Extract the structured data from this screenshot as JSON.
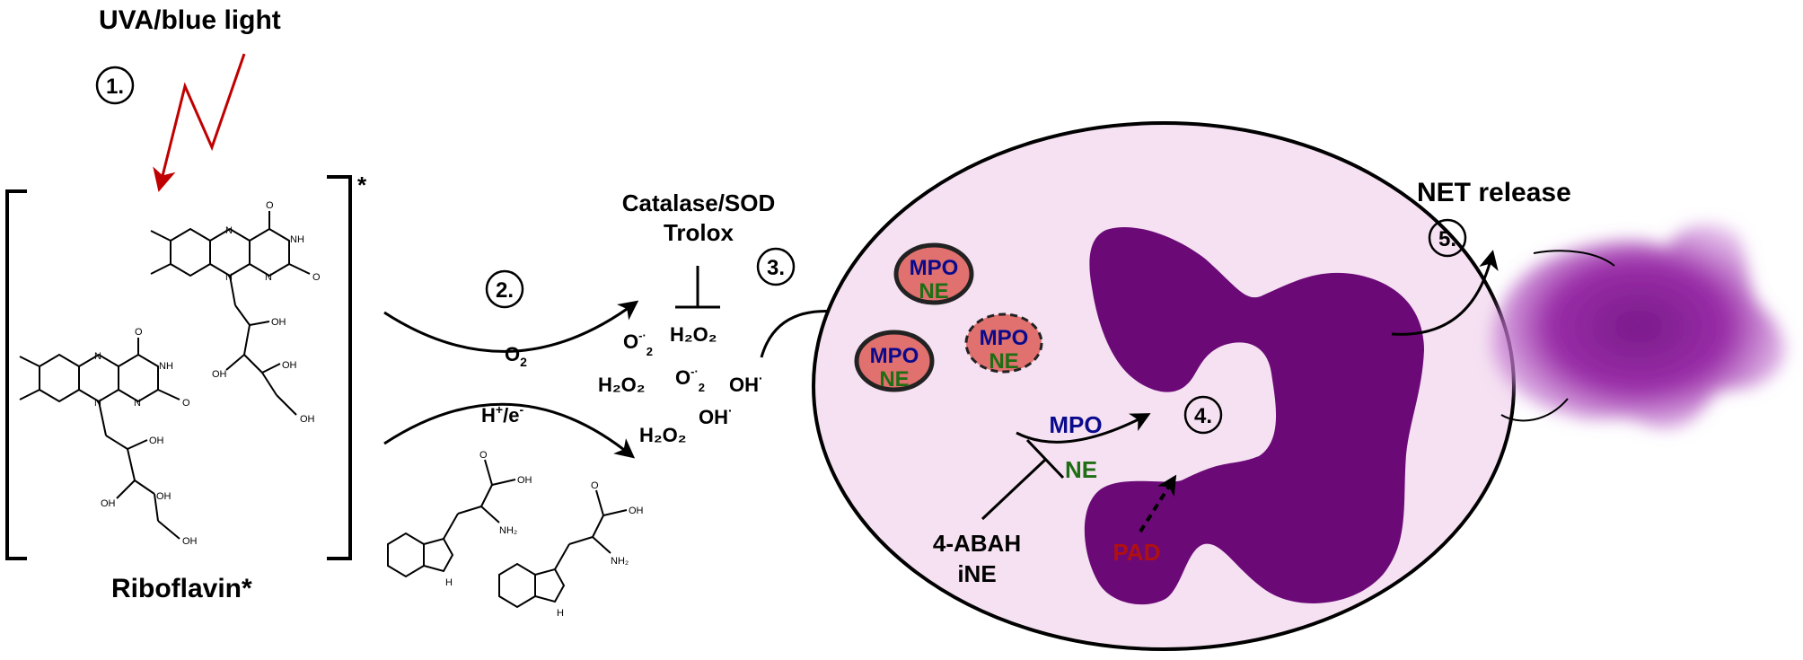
{
  "light_label": "UVA/blue light",
  "step1": "1.",
  "step2": "2.",
  "step3": "3.",
  "step4": "4.",
  "step5": "5.",
  "riboflavin_label": "Riboflavin*",
  "excited_star": "*",
  "inhibitor_top_line1": "Catalase/SOD",
  "inhibitor_top_line2": "Trolox",
  "o2_label": "O",
  "o2_sub": "2",
  "h_label": "H",
  "h_sup": "+",
  "e_label": "/e",
  "e_sup": "-",
  "ros": {
    "o2_minus": "O",
    "o2_minus_sup": "-·",
    "o2_minus_sub": "2",
    "h2o2": "H₂O₂",
    "oh": "OH",
    "oh_sup": "·"
  },
  "granule_mpo": "MPO",
  "granule_ne": "NE",
  "mpo_label": "MPO",
  "ne_label": "NE",
  "inhibitor_bottom_line1": "4-ABAH",
  "inhibitor_bottom_line2": "iNE",
  "pad_label": "PAD",
  "net_label": "NET release",
  "chem_oh": "OH",
  "chem_o": "O",
  "chem_n": "N",
  "chem_nh": "NH",
  "chem_nh2": "NH₂",
  "chem_h": "H",
  "colors": {
    "light_arrow": "#c00000",
    "cell_fill": "#f5e1f2",
    "nucleus": "#6b0a77",
    "granule_fill": "#e0716f",
    "mpo_text": "#0a0a8c",
    "ne_text": "#1e6e14",
    "pad_text": "#b01010",
    "net_cloud": "#8a1f96"
  }
}
